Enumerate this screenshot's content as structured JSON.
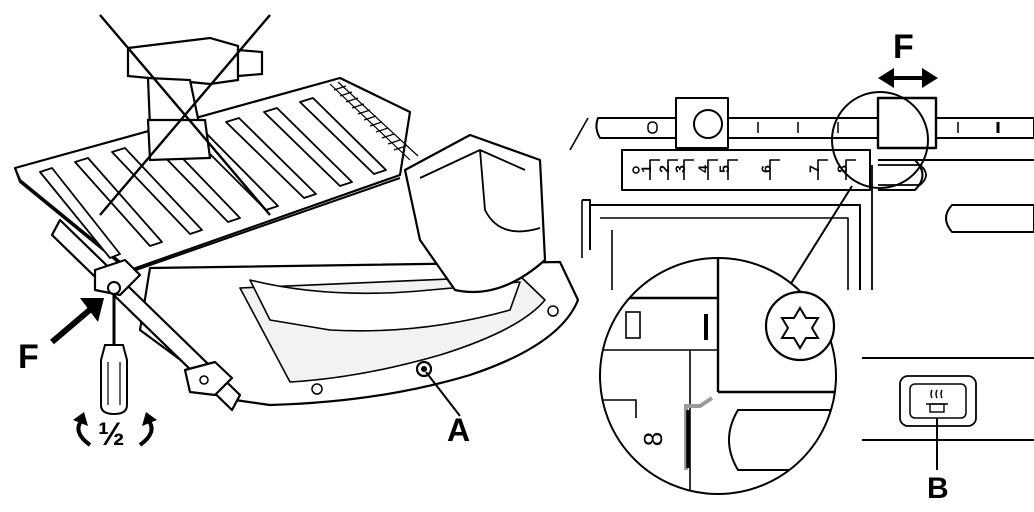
{
  "callouts": {
    "A": "A",
    "B": "B",
    "F_left": "F",
    "F_right": "F"
  },
  "turn_label": "½",
  "scale_numbers": [
    "1",
    "2",
    "3",
    "4",
    "5",
    "6",
    "7",
    "8"
  ],
  "magnified_number": "8",
  "icons": {
    "screwdriver": "screwdriver-icon",
    "drill_crossed": "drill-prohibited-icon",
    "torx_screw": "torx-screw-icon",
    "hob_symbol": "hob-heat-symbol-icon",
    "rotate_arrows": "rotate-arrows-icon",
    "double_arrow": "double-arrow-icon"
  },
  "colors": {
    "line": "#000000",
    "panel_fill": "#ffffff",
    "shade": "#d9d9d9",
    "scale_marker": "#9a9a9a"
  }
}
